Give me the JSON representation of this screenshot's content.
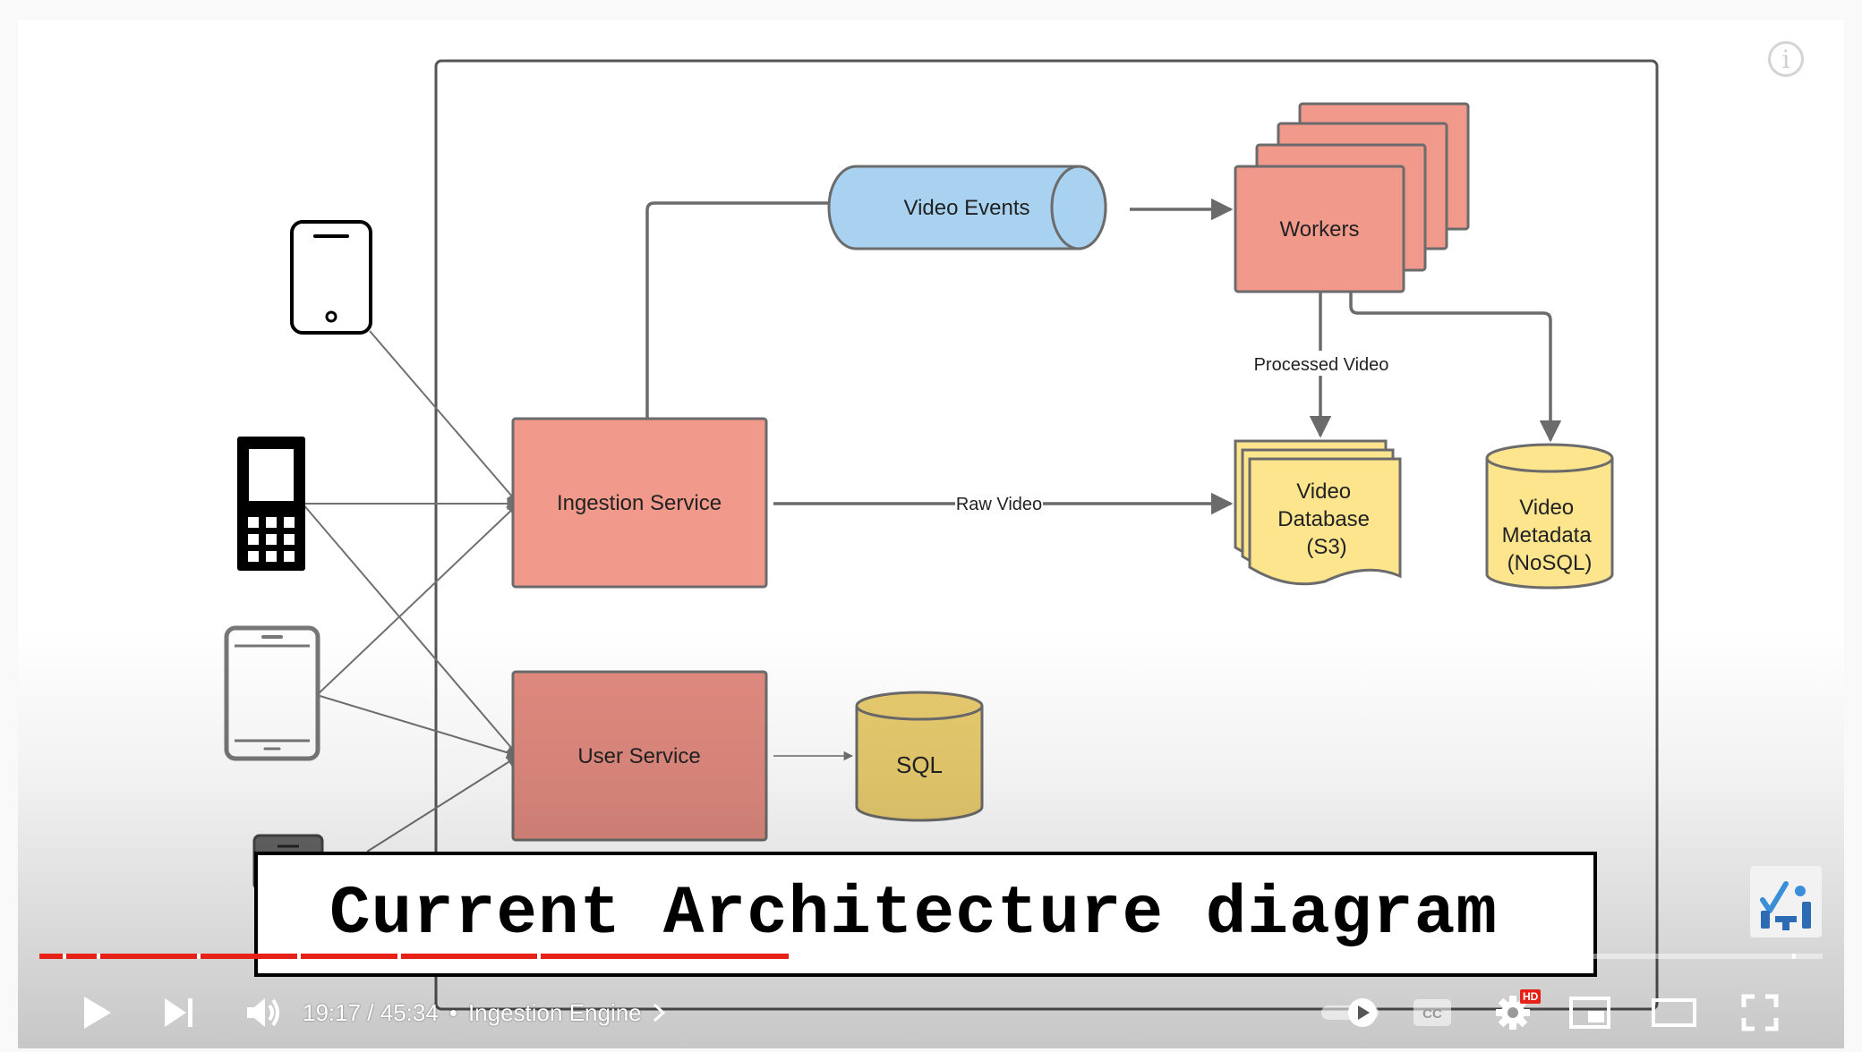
{
  "diagram": {
    "nodes": {
      "video_events": "Video Events",
      "workers": "Workers",
      "ingestion_service": "Ingestion Service",
      "user_service": "User Service",
      "video_database": [
        "Video",
        "Database",
        "(S3)"
      ],
      "video_metadata": [
        "Video",
        "Metadata",
        "(NoSQL)"
      ],
      "sql": "SQL"
    },
    "edges": {
      "processed_video": "Processed Video",
      "raw_video": "Raw Video"
    },
    "clients": [
      "smartphone-icon",
      "feature-phone-icon",
      "tablet-icon",
      "phone-icon"
    ],
    "colors": {
      "service": "#f19a8c",
      "user_service": "#e08a7f",
      "queue": "#a8d2ef",
      "storage": "#fce58d",
      "sql": "#e9cc6f",
      "line": "#6b6b6b"
    }
  },
  "caption": {
    "text": "Current Architecture diagram"
  },
  "player": {
    "current_time": "19:17",
    "duration": "45:34",
    "time_separator": " / ",
    "chapter_separator": "•",
    "chapter_title": "Ingestion Engine",
    "progress": {
      "played_fraction": 0.42,
      "buffered_fraction": 0.45,
      "accent": "#e62117"
    },
    "icons": [
      "info-icon",
      "play-icon",
      "next-icon",
      "volume-icon",
      "autoplay-toggle-icon",
      "captions-icon",
      "settings-icon",
      "miniplayer-icon",
      "theater-mode-icon",
      "fullscreen-icon",
      "channel-watermark-icon"
    ],
    "settings_badge": "HD"
  }
}
